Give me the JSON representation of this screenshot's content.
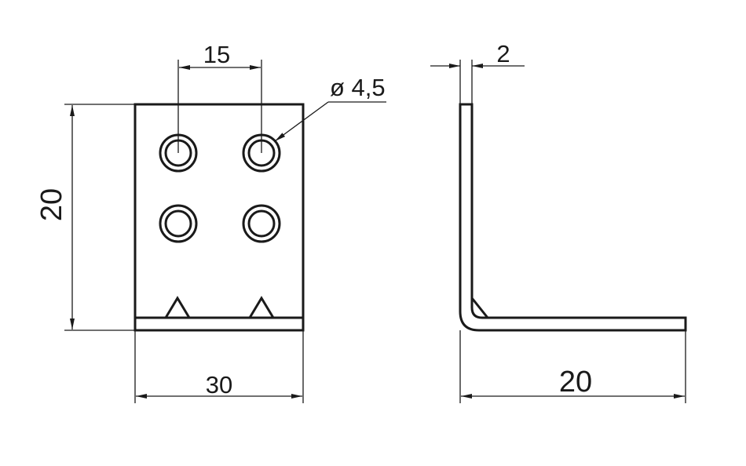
{
  "front_view": {
    "dim_height": "20",
    "dim_width": "30",
    "dim_hole_spacing": "15",
    "dim_hole_diameter": "ø 4,5"
  },
  "side_view": {
    "dim_thickness": "2",
    "dim_leg_length": "20"
  },
  "colors": {
    "line": "#1a1a1a",
    "background": "#ffffff"
  }
}
